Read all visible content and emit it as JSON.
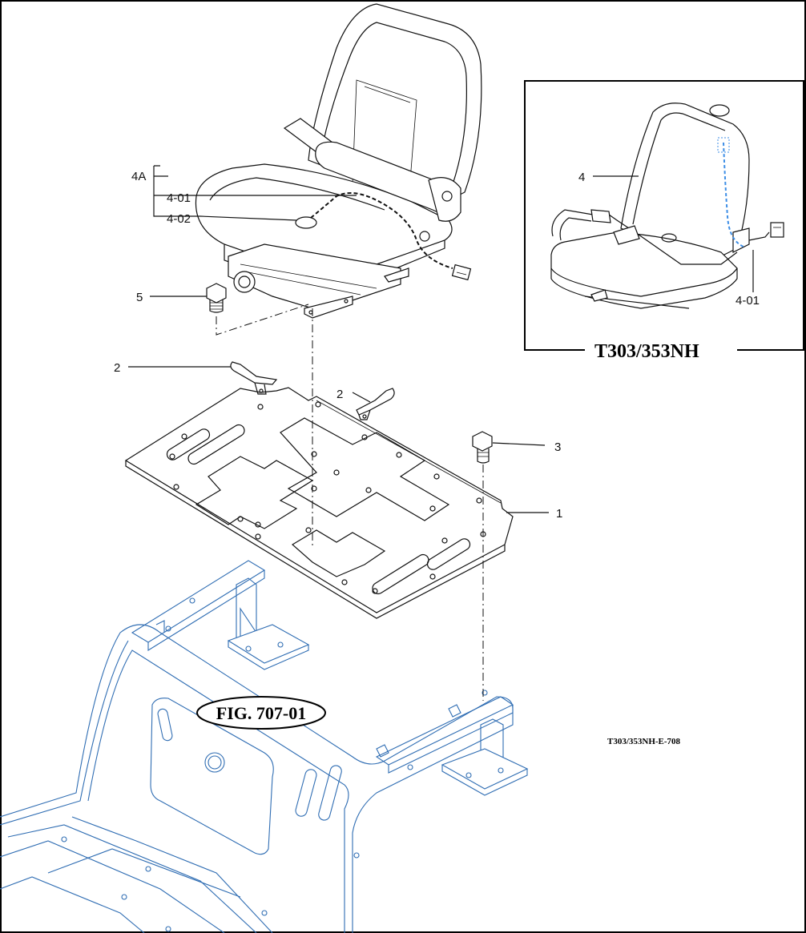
{
  "figure": {
    "fig_label": "FIG. 707-01",
    "drawing_code": "T303/353NH-E-708"
  },
  "inset": {
    "title": "T303/353NH",
    "callouts": {
      "seat": "4",
      "wire": "4-01"
    }
  },
  "callouts": {
    "seat_assembly": "4A",
    "switch_wire": "4-01",
    "switch": "4-02",
    "bolt_seat": "5",
    "bracket_left": "2",
    "bracket_right": "2",
    "bolt_plate": "3",
    "plate": "1"
  },
  "colors": {
    "line": "#111111",
    "frame_blue": "#2f6db3",
    "wire_blue": "#3d8ee6"
  }
}
